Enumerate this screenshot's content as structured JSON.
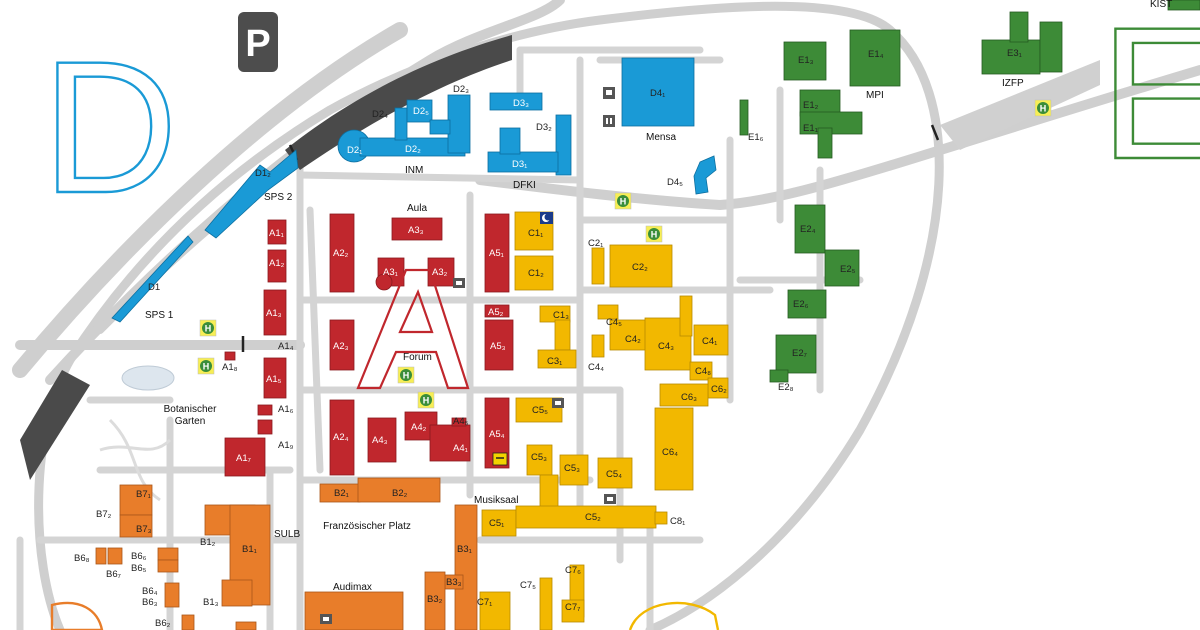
{
  "colors": {
    "zone_d": "#1a9ad6",
    "zone_a": "#c0272d",
    "zone_b": "#e87d2a",
    "zone_c": "#f2b800",
    "zone_e": "#3d8b37",
    "road": "#cfcfcf",
    "rail": "#4a4a4a",
    "parking": "#4d4d4d",
    "lake": "#d9e4ec"
  },
  "zones": {
    "d": "D",
    "e": "E"
  },
  "parking": {
    "symbol": "P"
  },
  "icons": {
    "bus_stop": "H",
    "moon": "moon-icon",
    "post": "post-icon",
    "info": "info-icon"
  },
  "places": {
    "sps2": "SPS 2",
    "sps1": "SPS 1",
    "inm": "INM",
    "dfki": "DFKI",
    "mensa": "Mensa",
    "aula": "Aula",
    "forum": "Forum",
    "mpi": "MPI",
    "izfp": "IZFP",
    "kist": "KIST",
    "botanic": "Botanischer Garten",
    "sulb": "SULB",
    "platz": "Französischer Platz",
    "audimax": "Audimax",
    "musiksaal": "Musiksaal"
  },
  "buildings": {
    "d": [
      "D1",
      "D1₂",
      "D2₁",
      "D2₂",
      "D2₃",
      "D2₄",
      "D2₅",
      "D3₁",
      "D3₂",
      "D3₃",
      "D4₁",
      "D4₅"
    ],
    "a": [
      "A1₁",
      "A1₂",
      "A1₃",
      "A1₄",
      "A1₅",
      "A1₆",
      "A1₇",
      "A1₈",
      "A1₉",
      "A2₂",
      "A2₃",
      "A2₄",
      "A3₁",
      "A3₂",
      "A3₃",
      "A4₁",
      "A4₂",
      "A4₃",
      "A4₅",
      "A5₁",
      "A5₂",
      "A5₃",
      "A5₄"
    ],
    "b": [
      "B1₁",
      "B1₂",
      "B1₃",
      "B2₁",
      "B2₂",
      "B3₁",
      "B3₂",
      "B3₃",
      "B6₂",
      "B6₃",
      "B6₄",
      "B6₅",
      "B6₆",
      "B6₇",
      "B6₈",
      "B7₁",
      "B7₂",
      "B7₃"
    ],
    "c": [
      "C1₁",
      "C1₂",
      "C1₃",
      "C2₁",
      "C2₂",
      "C3₁",
      "C4₁",
      "C4₂",
      "C4₃",
      "C4₄",
      "C4₅",
      "C4₈",
      "C5₁",
      "C5₂",
      "C5₃",
      "C5₄",
      "C5₅",
      "C6₂",
      "C6₃",
      "C6₄",
      "C7₁",
      "C7₅",
      "C7₆",
      "C7₇",
      "C8₁"
    ],
    "e": [
      "E1₁",
      "E1₂",
      "E1₃",
      "E1₄",
      "E1₆",
      "E2₄",
      "E2₅",
      "E2₆",
      "E2₇",
      "E2₈",
      "E3₁"
    ]
  }
}
